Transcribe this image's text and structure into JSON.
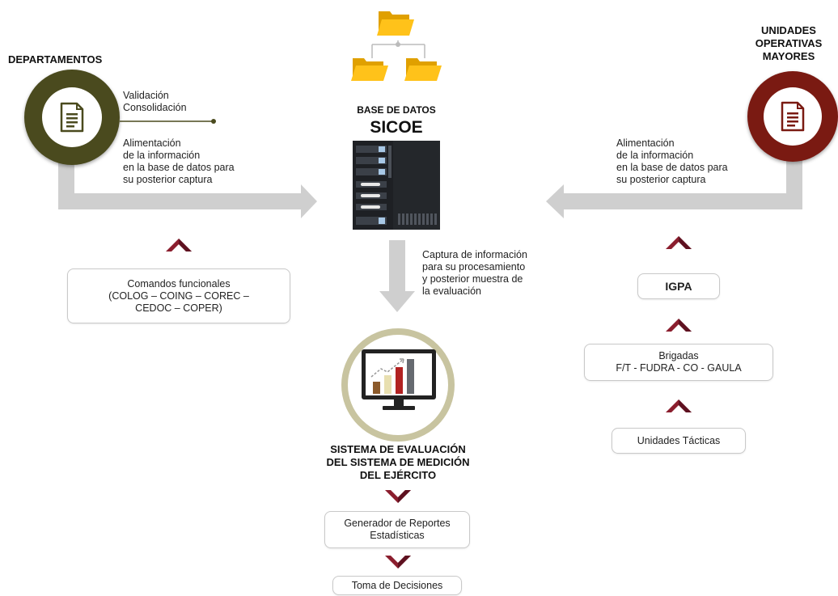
{
  "departamentos": {
    "title": "DEPARTAMENTOS",
    "notes_top": [
      "Validación",
      "Consolidación"
    ],
    "notes_feed": [
      "Alimentación",
      "de la información",
      "en la base de datos para",
      "su posterior captura"
    ],
    "box_lines": [
      "Comandos funcionales",
      "(COLOG – COING – COREC –",
      "CEDOC – COPER)"
    ],
    "color": "#4a4a1e",
    "icon": "document-icon"
  },
  "unidades": {
    "title_lines": [
      "UNIDADES",
      "OPERATIVAS",
      "MAYORES"
    ],
    "notes_feed": [
      "Alimentación",
      "de la información",
      "en la base de datos para",
      "su posterior captura"
    ],
    "igpa": "IGPA",
    "brigadas_lines": [
      "Brigadas",
      "F/T - FUDRA - CO - GAULA"
    ],
    "tacticas": "Unidades Tácticas",
    "color": "#7a1a12",
    "icon": "document-icon"
  },
  "base_datos": {
    "label": "BASE DE DATOS",
    "name": "SICOE",
    "capture_lines": [
      "Captura de información",
      "para su procesamiento",
      "y posterior muestra de",
      "la evaluación"
    ],
    "icons": [
      "folder-tree-icon",
      "server-rack-icon"
    ]
  },
  "sistema": {
    "title_lines": [
      "SISTEMA DE EVALUACIÓN",
      "DEL SISTEMA DE MEDICIÓN",
      "DEL EJÉRCITO"
    ],
    "reportes_lines": [
      "Generador de Reportes",
      "Estadísticas"
    ],
    "decisiones": "Toma de Decisiones",
    "icon": "monitor-chart-icon",
    "ring_color": "#c8c4a0",
    "chevron_color": "#8b1e2e"
  }
}
